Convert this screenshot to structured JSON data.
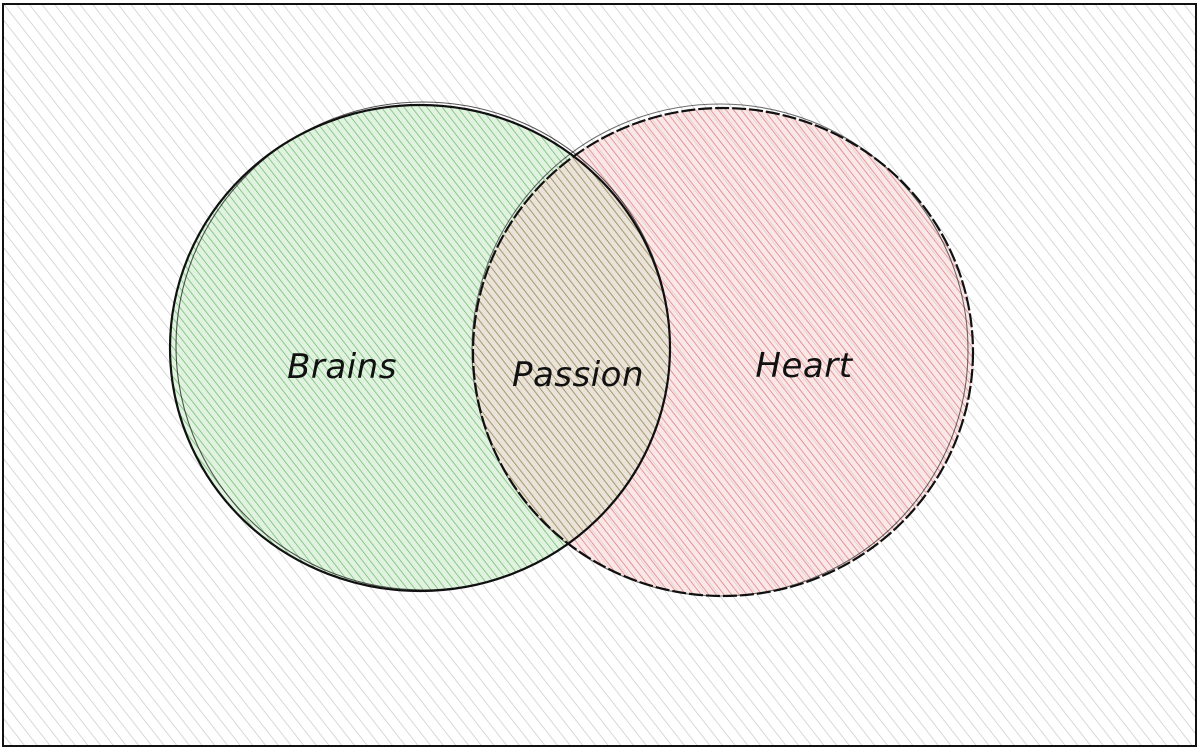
{
  "diagram": {
    "type": "venn",
    "sets": [
      {
        "label": "Brains",
        "fill_color": "#6abf69",
        "hatch_color": "#5fb65e"
      },
      {
        "label": "Heart",
        "fill_color": "#e88a8a",
        "hatch_color": "#e07474"
      }
    ],
    "intersection_label": "Passion",
    "frame_hatch_color": "#c8c8c8",
    "stroke_color": "#111111"
  }
}
